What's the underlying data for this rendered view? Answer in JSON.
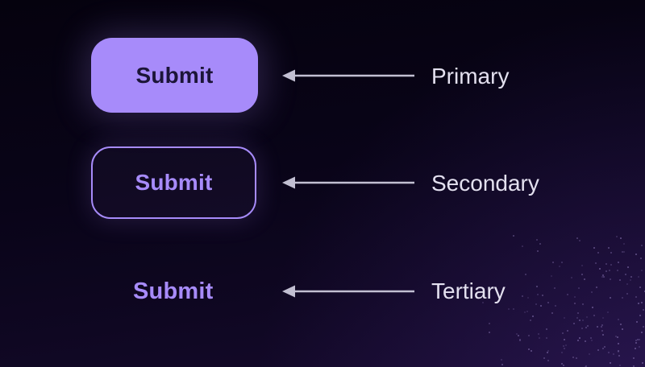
{
  "buttons": [
    {
      "variant": "primary",
      "label": "Submit",
      "annotation": "Primary"
    },
    {
      "variant": "secondary",
      "label": "Submit",
      "annotation": "Secondary"
    },
    {
      "variant": "tertiary",
      "label": "Submit",
      "annotation": "Tertiary"
    }
  ],
  "icons": {
    "arrow": "arrow-left-icon"
  },
  "colors": {
    "accent": "#a78bfa",
    "primary_button_fill": "#a78bfa",
    "primary_button_text": "#1c1538",
    "secondary_border": "#a78bfa",
    "secondary_text": "#a78bfa",
    "tertiary_text": "#a78bfa",
    "annotation_text": "#e3e0ef",
    "arrow": "#c2bfd2",
    "background_top": "#05020e",
    "background_bottom": "#150a2c",
    "dot": "#8d79b8"
  }
}
